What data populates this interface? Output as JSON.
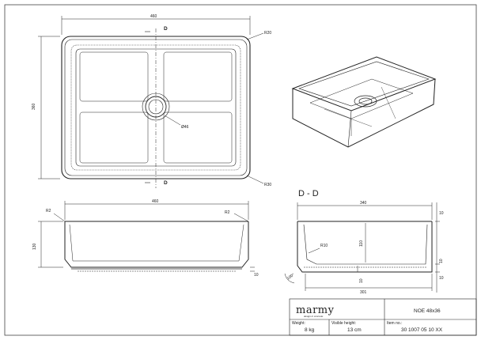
{
  "dimensions": {
    "top_width": "460",
    "top_height": "360",
    "radius_top": "R20",
    "radius_bottom": "R30",
    "drain_dia": "Ø46",
    "section_mark": "D",
    "front_width": "460",
    "front_radius_left": "R2",
    "front_radius_right": "R2",
    "front_height": "130",
    "front_base": "10",
    "section_title": "D - D",
    "section_top_width": "340",
    "section_inner_radius": "R10",
    "section_height": "110",
    "section_wall": "10",
    "section_right_a": "10",
    "section_right_b": "10",
    "section_bottom_a": "10",
    "section_base_width": "301",
    "section_angle": "100°"
  },
  "title_block": {
    "brand": "marmy",
    "brand_tagline": "design in concrete",
    "product_name": "NOE 48x36",
    "weight_label": "Weight:",
    "weight_value": "8 kg",
    "visible_height_label": "Visible height:",
    "visible_height_value": "13 cm",
    "item_label": "Item no.:",
    "item_value": "30 1007 05 10 XX"
  }
}
